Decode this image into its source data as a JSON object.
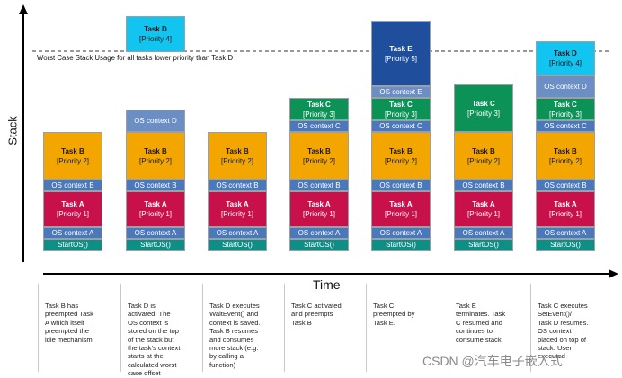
{
  "colors": {
    "startos": "#0e8f86",
    "os_context_a": "#4a78bb",
    "task_a": "#c8104a",
    "os_context_b": "#4a78bb",
    "task_b": "#f3a600",
    "os_context_c": "#4a78bb",
    "task_c": "#0c9257",
    "os_context_d": "#6b8ec4",
    "task_d": "#12c4f0",
    "os_context_e": "#6b8ec4",
    "task_e": "#1f4f9c"
  },
  "labels": {
    "startos": "StartOS()",
    "os_context_a": "OS context A",
    "os_context_b": "OS context B",
    "os_context_c": "OS context C",
    "os_context_d": "OS context D",
    "os_context_e": "OS context E",
    "task_a": {
      "name": "Task A",
      "priority": "[Priority 1]"
    },
    "task_b": {
      "name": "Task B",
      "priority": "[Priority 2]"
    },
    "task_c": {
      "name": "Task C",
      "priority": "[Priority 3]"
    },
    "task_d": {
      "name": "Task D",
      "priority": "[Priority 4]"
    },
    "task_e": {
      "name": "Task E",
      "priority": "[Priority 5]"
    }
  },
  "axes": {
    "y_label": "Stack",
    "x_label": "Time"
  },
  "worst_case_line_label": "Worst Case Stack Usage for all tasks lower priority than Task D",
  "columns": [
    {
      "stack": [
        "startos",
        "os_context_a",
        "task_a",
        "os_context_b",
        "task_b"
      ]
    },
    {
      "stack": [
        "startos",
        "os_context_a",
        "task_a",
        "os_context_b",
        "task_b",
        "os_context_d",
        "task_d"
      ]
    },
    {
      "stack": [
        "startos",
        "os_context_a",
        "task_a",
        "os_context_b",
        "task_b"
      ]
    },
    {
      "stack": [
        "startos",
        "os_context_a",
        "task_a",
        "os_context_b",
        "task_b",
        "os_context_c",
        "task_c"
      ]
    },
    {
      "stack": [
        "startos",
        "os_context_a",
        "task_a",
        "os_context_b",
        "task_b",
        "os_context_c",
        "task_c",
        "os_context_e",
        "task_e"
      ]
    },
    {
      "stack": [
        "startos",
        "os_context_a",
        "task_a",
        "os_context_b",
        "task_b",
        "task_c"
      ]
    },
    {
      "stack": [
        "startos",
        "os_context_a",
        "task_a",
        "os_context_b",
        "task_b",
        "os_context_c",
        "task_c",
        "os_context_d",
        "task_d"
      ]
    }
  ],
  "descriptions": [
    "Task B has\npreempted Task\nA which itself\npreempted the\nidle mechanism",
    "Task D is\nactivated. The\nOS context is\nstored on the top\nof the stack but\nthe task's context\nstarts at the\ncalculated worst\ncase offset",
    "Task D executes\nWaitEvent() and\ncontext is saved.\nTask B resumes\nand consumes\nmore stack (e.g.\nby calling a\nfunction)",
    "Task C activated\nand preempts\nTask B",
    "Task C\npreempted by\nTask E.",
    "Task E\nterminates. Task\nC resumed and\ncontinues to\nconsume stack.",
    "Task C executes\nSetEvent()/\nTask D resumes.\nOS context\nplaced on top of\nstack. User\nexecuted"
  ],
  "watermark": "CSDN @汽车电子嵌入式"
}
